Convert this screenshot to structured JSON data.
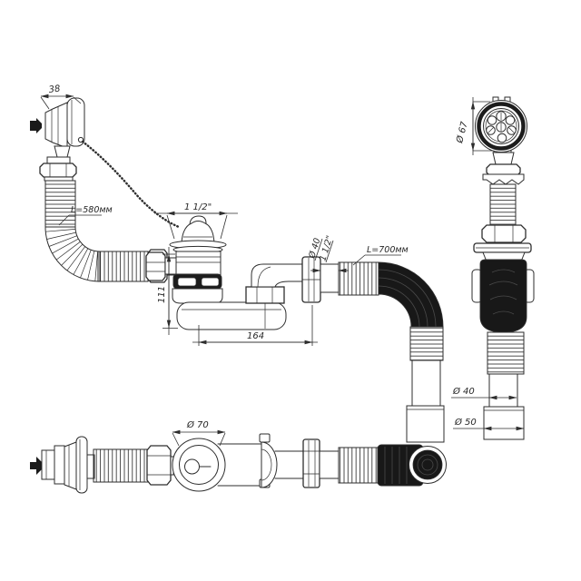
{
  "labels": {
    "overflow_width": "38",
    "overflow_hose_length": "L=580мм",
    "drain_thread": "1 1/2\"",
    "siphon_height": "111",
    "siphon_length": "164",
    "outlet_diameter": "Ø 40",
    "outlet_thread": "1 1/2\"",
    "outlet_hose_length": "L=700мм",
    "overflow_face_diameter": "Ø 67",
    "pipe_diameter": "Ø 40",
    "adapter_diameter": "Ø 50",
    "drain_face_diameter": "Ø 70"
  },
  "colors": {
    "line_color": "#2e2e2e",
    "hose_color": "#181818",
    "background": "#ffffff"
  }
}
